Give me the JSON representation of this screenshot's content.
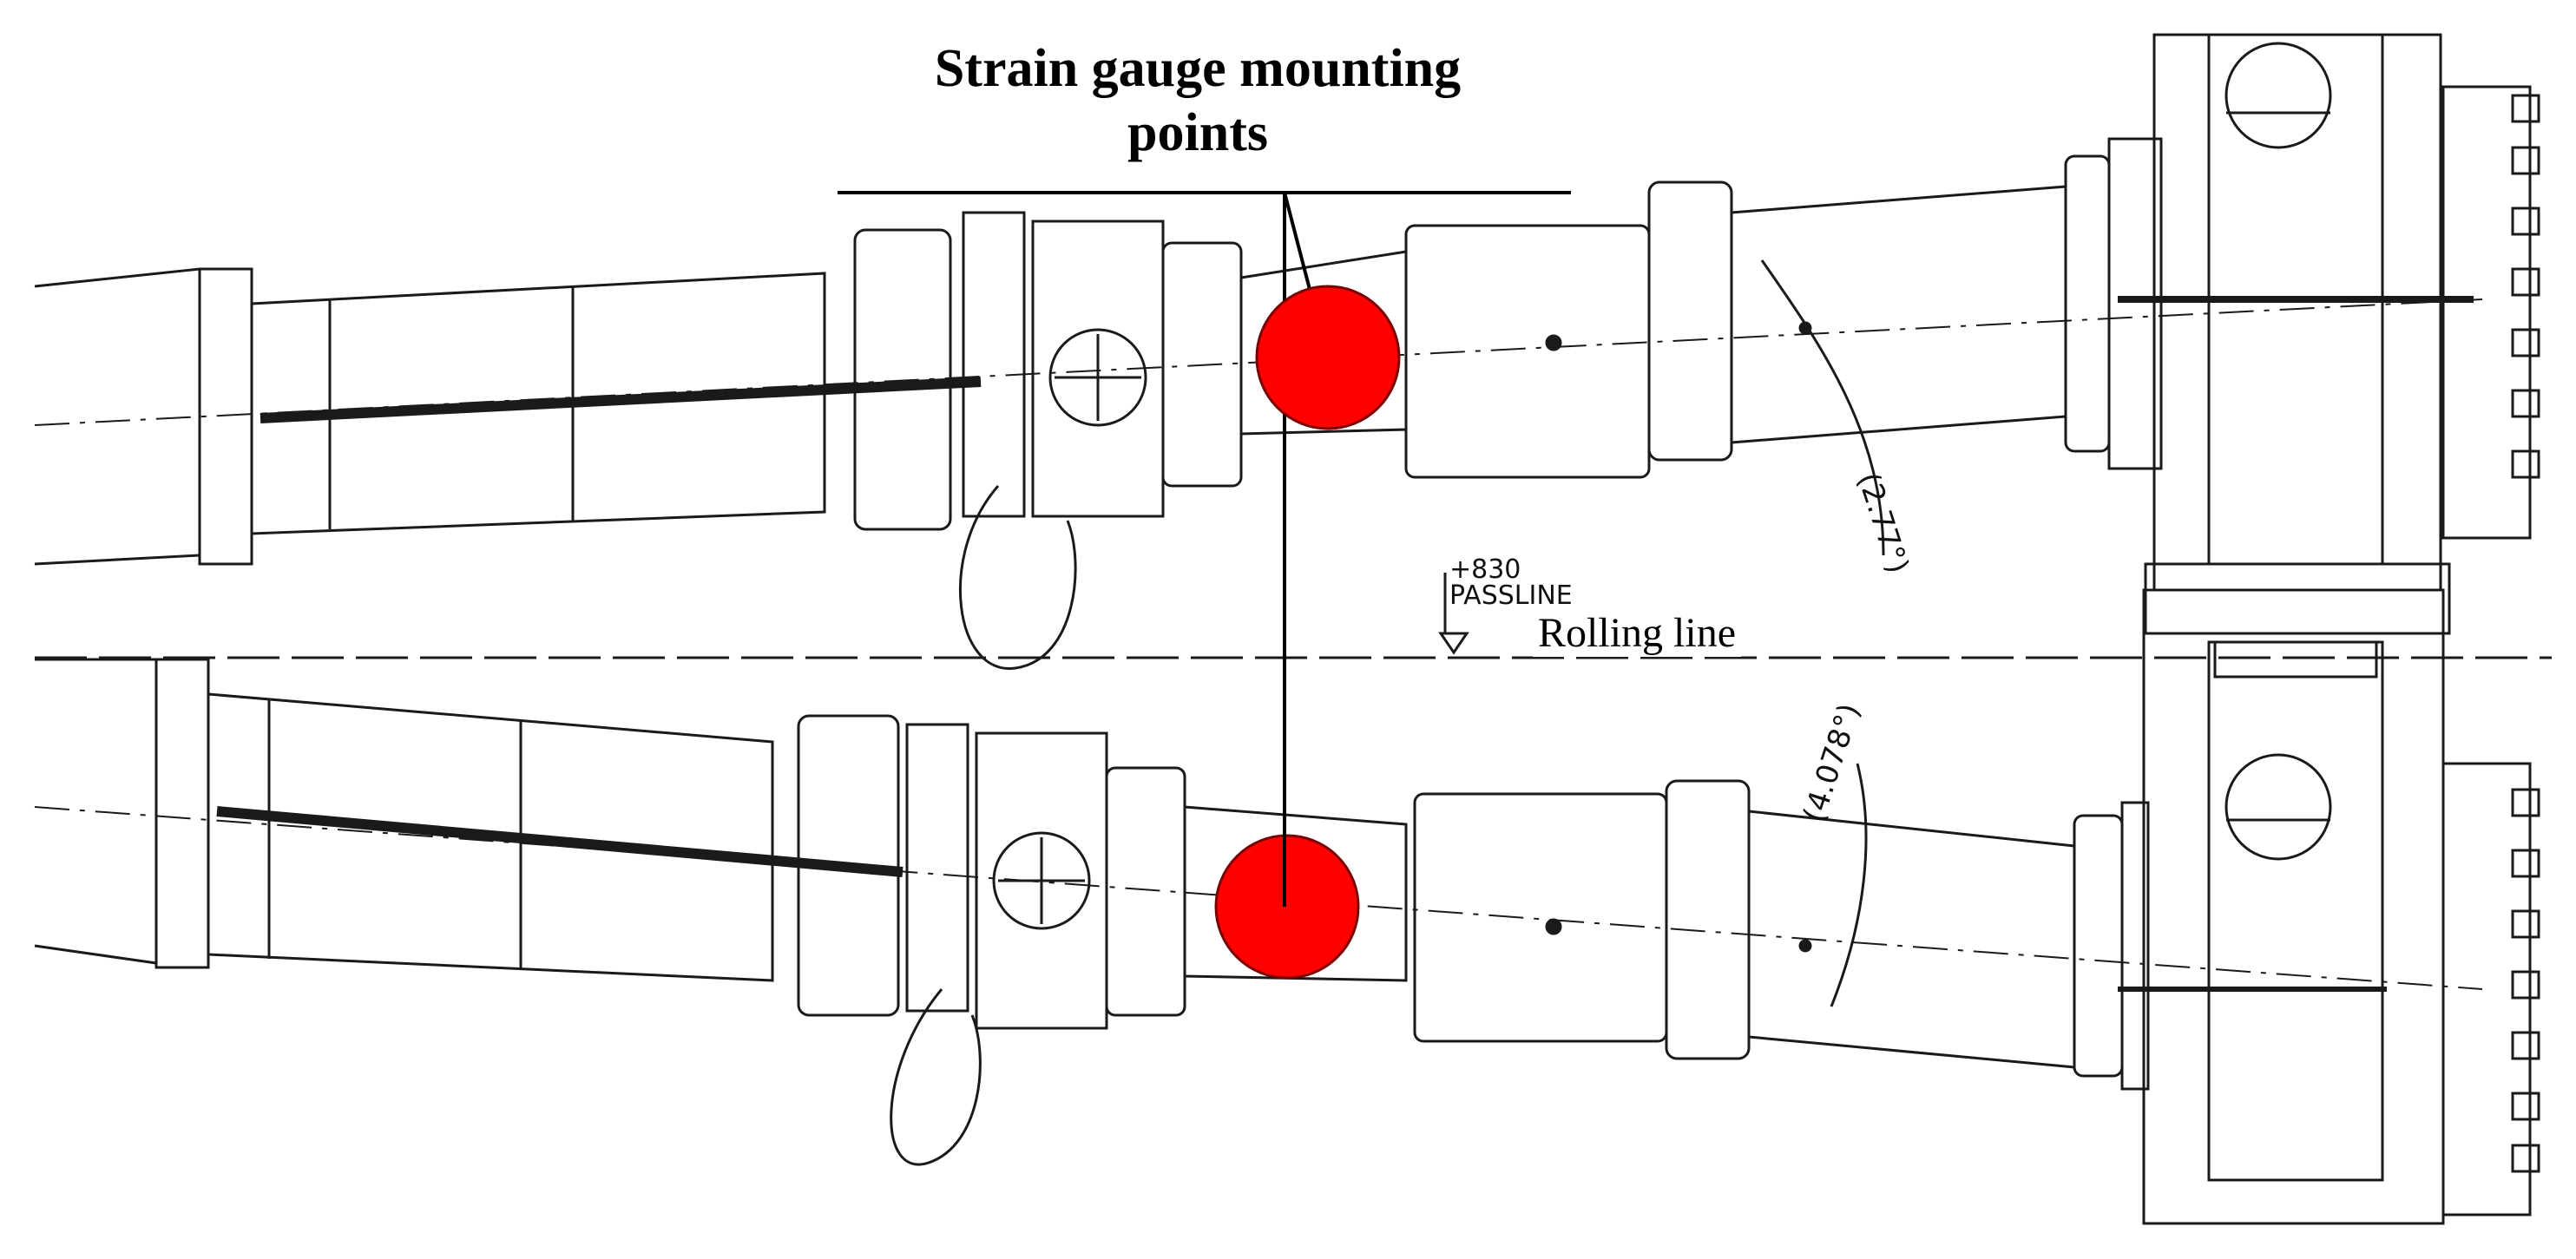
{
  "callout": {
    "title_line1": "Strain gauge mounting",
    "title_line2": "points"
  },
  "reference_line": {
    "label": "Rolling line",
    "passline_value": "+830",
    "passline_text": "PASSLINE"
  },
  "angles": {
    "upper": "(2.77°)",
    "lower": "(4.078°)"
  },
  "colors": {
    "gauge_marker": "#ff0000",
    "line": "#1a1a1a",
    "background": "#ffffff"
  }
}
